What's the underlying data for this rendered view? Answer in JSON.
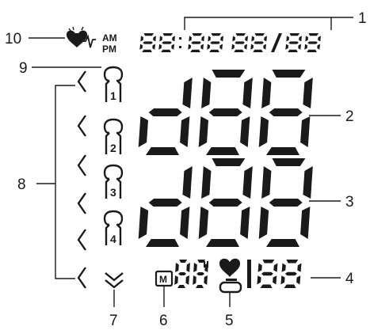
{
  "callouts": [
    "1",
    "2",
    "3",
    "4",
    "5",
    "6",
    "7",
    "8",
    "9",
    "10"
  ],
  "indicators": {
    "am": "AM",
    "pm": "PM",
    "memory": "M",
    "users": [
      "1",
      "2",
      "3",
      "4"
    ]
  }
}
